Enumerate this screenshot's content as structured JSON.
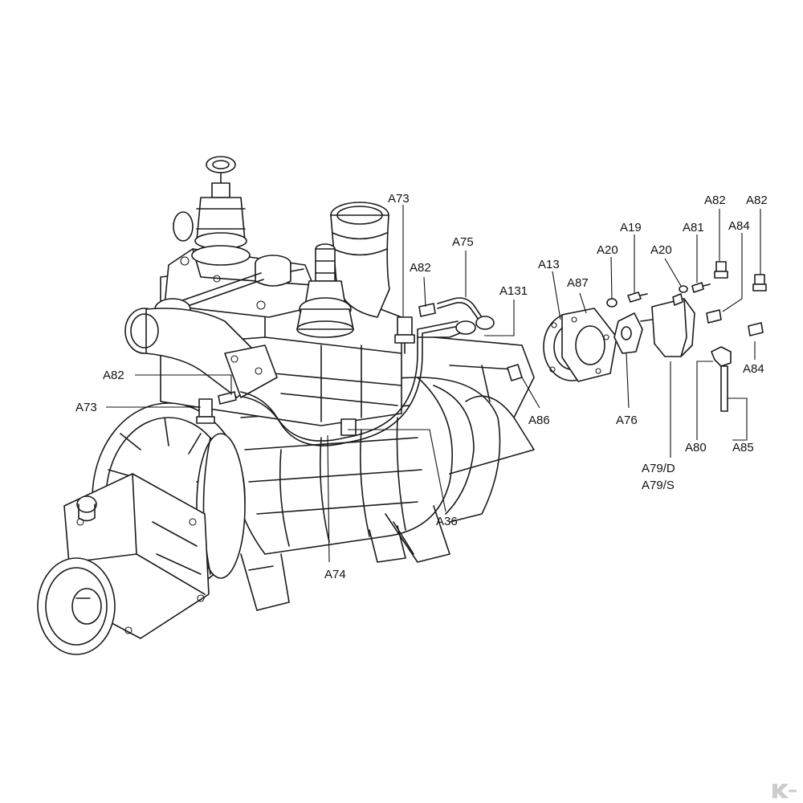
{
  "labels": {
    "a73_top": "A73",
    "a82_mid": "A82",
    "a75": "A75",
    "a131": "A131",
    "a13": "A13",
    "a87": "A87",
    "a20_left": "A20",
    "a19": "A19",
    "a20_right": "A20",
    "a81": "A81",
    "a82_right1": "A82",
    "a82_right2": "A82",
    "a84_top": "A84",
    "a84_bottom": "A84",
    "a82_left": "A82",
    "a73_left": "A73",
    "a86": "A86",
    "a76": "A76",
    "a80": "A80",
    "a85": "A85",
    "a79_d": "A79/D",
    "a79_s": "A79/S",
    "a36": "A36",
    "a74": "A74"
  },
  "colors": {
    "ink": "#1a1a1a",
    "background": "#ffffff",
    "mark": "#cccccc"
  },
  "icons": {
    "corner_mark": "k-logo-icon"
  }
}
